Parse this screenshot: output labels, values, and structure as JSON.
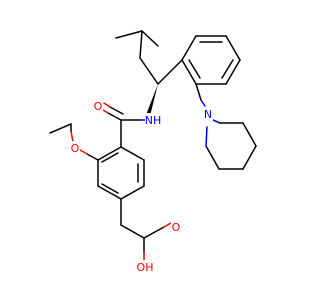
{
  "molecule": {
    "atoms": {
      "amide_n": {
        "label": "NH",
        "color": "#0000ff"
      },
      "piperidine_n": {
        "label": "N",
        "color": "#0000ff"
      },
      "carbonyl_o": {
        "label": "O",
        "color": "#ff0000"
      },
      "ether_o": {
        "label": "O",
        "color": "#ff0000"
      },
      "acid_o_double": {
        "label": "O",
        "color": "#ff0000"
      },
      "acid_oh": {
        "label": "OH",
        "color": "#ff0000"
      }
    },
    "stereo": "wedge"
  }
}
